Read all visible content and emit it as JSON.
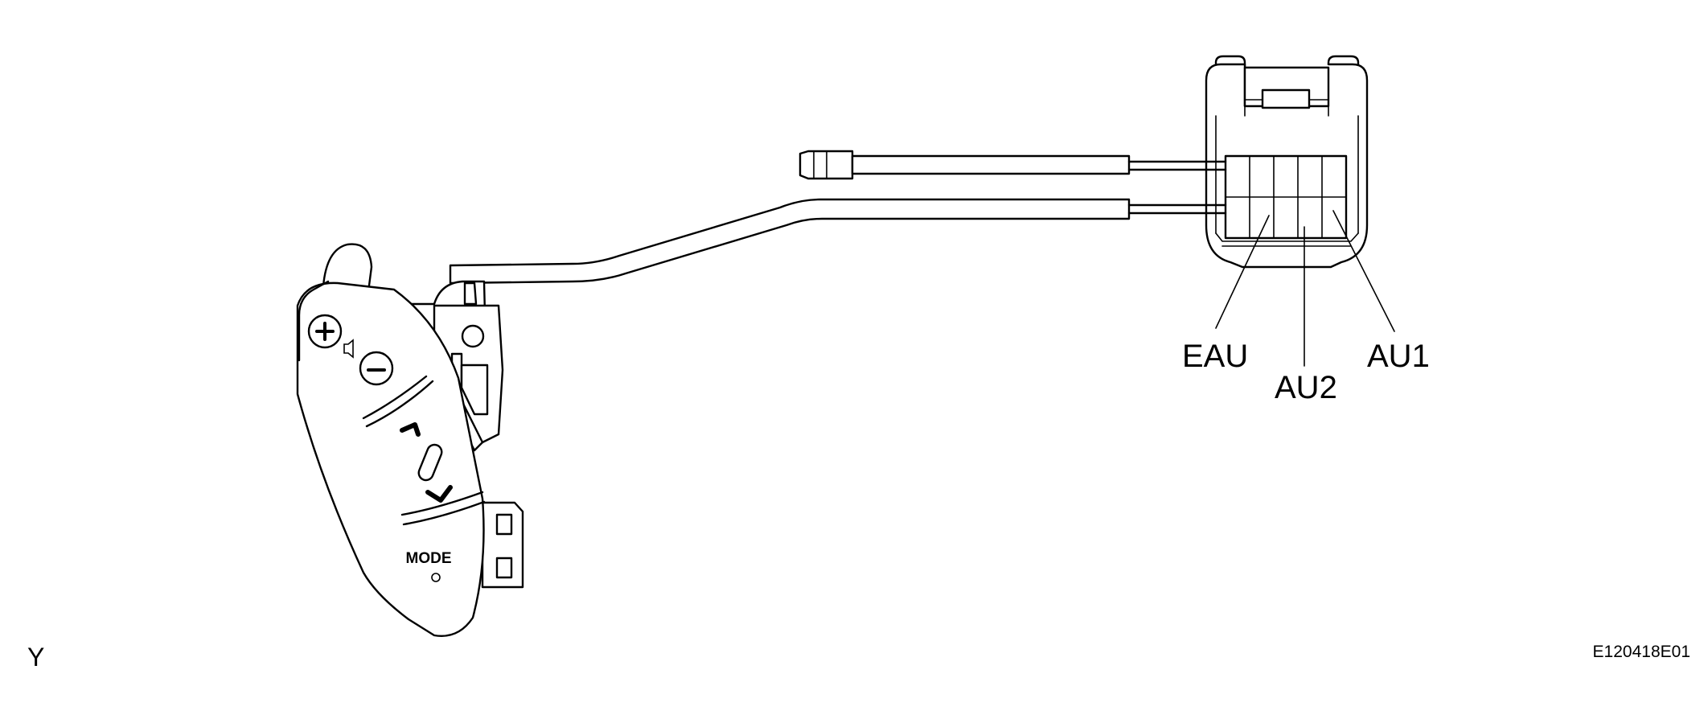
{
  "labels": {
    "eau": "EAU",
    "au2": "AU2",
    "au1": "AU1"
  },
  "buttons": {
    "mode": "MODE"
  },
  "footer": {
    "view_letter": "Y",
    "figure_code": "E120418E01"
  }
}
